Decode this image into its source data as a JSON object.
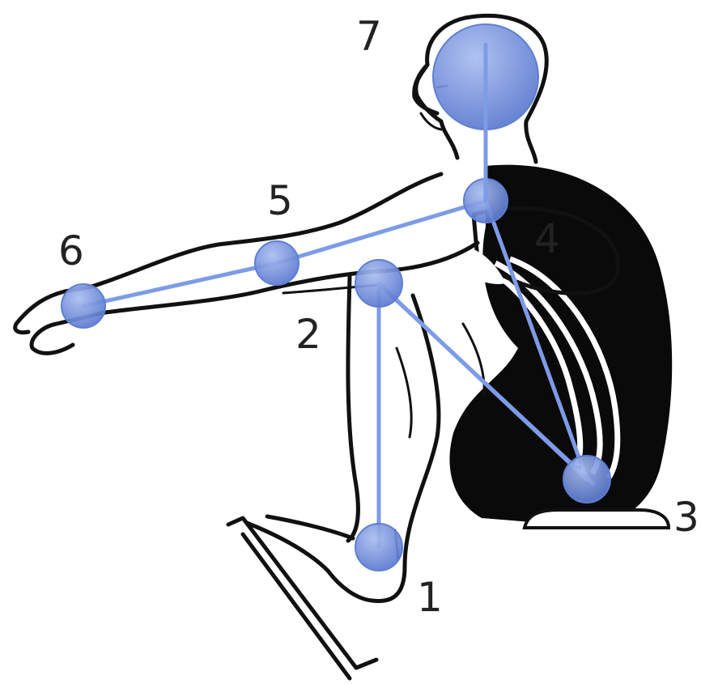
{
  "figure": {
    "colors": {
      "joint": "#5f7fd3",
      "bone": "#7d9be6",
      "outline": "#111111",
      "suit": "#0a0a0a"
    },
    "joint_labels": [
      "1",
      "2",
      "3",
      "4",
      "5",
      "6",
      "7"
    ]
  }
}
